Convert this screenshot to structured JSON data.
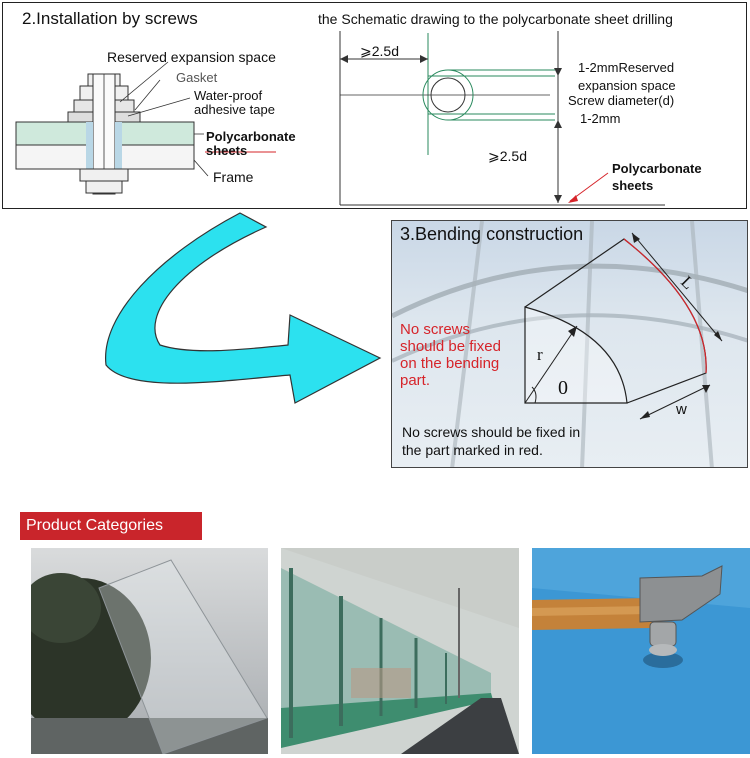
{
  "installation": {
    "title": "2.Installation by screws",
    "labels": {
      "reserved": "Reserved expansion space",
      "gasket": "Gasket",
      "tape_1": "Water-proof",
      "tape_2": "adhesive tape",
      "poly_1": "Polycarbonate",
      "poly_2": "sheets",
      "frame": "Frame"
    }
  },
  "drilling": {
    "title": "the Schematic drawing to the polycarbonate sheet drilling",
    "labels": {
      "dim_top": "⩾2.5d",
      "reserved_1": "1-2mmReserved",
      "reserved_2": "expansion space",
      "screw": "Screw diameter(d)",
      "mm": "1-2mm",
      "dim_bottom": "⩾2.5d",
      "poly_1": "Polycarbonate",
      "poly_2": "sheets"
    }
  },
  "bending": {
    "title": "3.Bending construction",
    "red_note": [
      "No screws",
      "should be fixed",
      "on the bending",
      "part."
    ],
    "labels": {
      "r": "r",
      "theta": "0",
      "l": "L",
      "w": "w"
    },
    "note": [
      "No screws should be fixed in",
      "the part marked in red."
    ]
  },
  "categories": {
    "title": "Product Categories"
  },
  "colors": {
    "accent_red": "#c9252b",
    "arrow_cyan": "#2ce1ef",
    "sheet_green": "#cfe9dc",
    "photo_blue": "#3c97d4"
  }
}
